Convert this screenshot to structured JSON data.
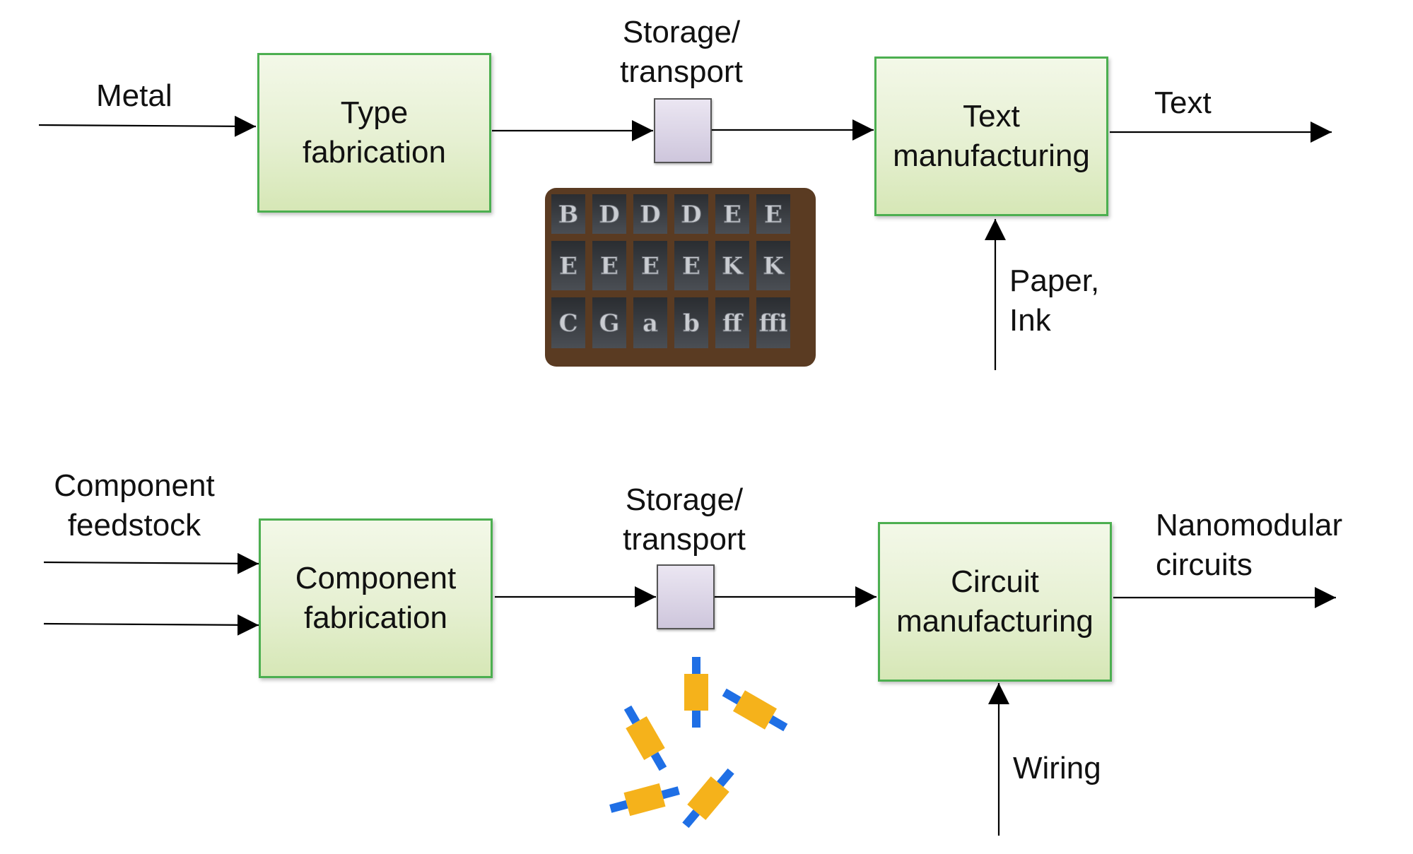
{
  "top_row": {
    "input_label": "Metal",
    "stage1": "Type\nfabrication",
    "storage_label": "Storage/\ntransport",
    "stage2": "Text\nmanufacturing",
    "output_label": "Text",
    "side_input_label": "Paper,\nInk"
  },
  "bottom_row": {
    "input_label": "Component\nfeedstock",
    "stage1": "Component\nfabrication",
    "storage_label": "Storage/\ntransport",
    "stage2": "Circuit\nmanufacturing",
    "output_label": "Nanomodular\ncircuits",
    "side_input_label": "Wiring"
  },
  "tray_letters": [
    "B",
    "D",
    "D",
    "D",
    "E",
    "E",
    "E",
    "E",
    "E",
    "E",
    "K",
    "K",
    "C",
    "G",
    "a",
    "b",
    "ff",
    "ffi"
  ],
  "colors": {
    "box_border": "#4caf50",
    "box_fill": "#e6f0d2",
    "storage_fill": "#d9d2e6",
    "component_body": "#f5b21b",
    "component_leads": "#1f6fe5",
    "tray_wood": "#5a3b22"
  }
}
